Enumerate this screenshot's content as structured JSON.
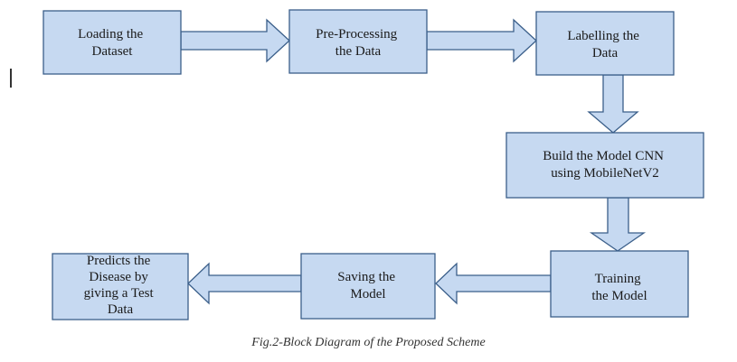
{
  "diagram": {
    "nodes": [
      {
        "id": "loading-dataset",
        "lines": [
          "Loading the",
          "Dataset"
        ]
      },
      {
        "id": "pre-processing",
        "lines": [
          "Pre-Processing",
          "the Data"
        ]
      },
      {
        "id": "labelling",
        "lines": [
          "Labelling the",
          "Data"
        ]
      },
      {
        "id": "build-model",
        "lines": [
          "Build the Model CNN",
          "using MobileNetV2"
        ]
      },
      {
        "id": "training",
        "lines": [
          "Training",
          "the Model"
        ]
      },
      {
        "id": "saving",
        "lines": [
          "Saving the",
          "Model"
        ]
      },
      {
        "id": "predicts",
        "lines": [
          "Predicts the",
          "Disease by",
          "giving a Test",
          "Data"
        ]
      }
    ],
    "edges": [
      {
        "from": "loading-dataset",
        "to": "pre-processing"
      },
      {
        "from": "pre-processing",
        "to": "labelling"
      },
      {
        "from": "labelling",
        "to": "build-model"
      },
      {
        "from": "build-model",
        "to": "training"
      },
      {
        "from": "training",
        "to": "saving"
      },
      {
        "from": "saving",
        "to": "predicts"
      }
    ],
    "colors": {
      "fill": "#c6d9f1",
      "stroke": "#3b5f8a"
    }
  },
  "caption": "Fig.2-Block Diagram of the Proposed Scheme"
}
